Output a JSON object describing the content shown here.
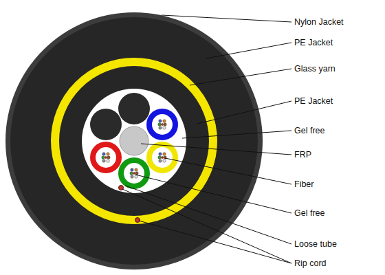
{
  "diagram": {
    "labels": [
      "Nylon Jacket",
      "PE Jacket",
      "Glass yarn",
      "PE Jacket",
      "Gel free",
      "FRP",
      "Fiber",
      "Gel free",
      "Loose tube",
      "Rip cord"
    ]
  }
}
